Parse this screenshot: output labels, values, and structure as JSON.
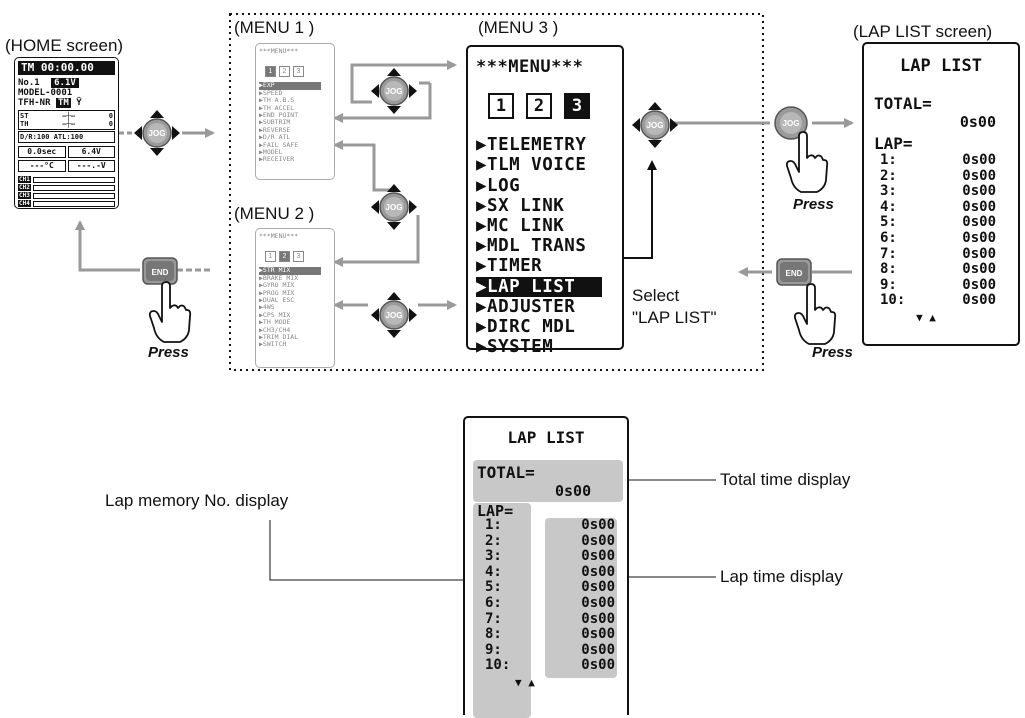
{
  "labels": {
    "home": "(HOME screen)",
    "menu1": "(MENU 1 )",
    "menu2": "(MENU 2 )",
    "menu3": "(MENU 3 )",
    "laplist": "(LAP LIST screen)",
    "select_line1": "Select",
    "select_line2": "\"LAP LIST\"",
    "press": "Press",
    "jog": "JOG",
    "end": "END"
  },
  "home_screen": {
    "header": "TM 00:00.00",
    "model_no": "No.1",
    "voltage_badge": "6.1V",
    "model_name": "MODEL-0001",
    "system": "TFH-NR",
    "system_badge": "TM",
    "st_label": "ST",
    "th_label": "TH",
    "trim_value": "0",
    "dr_atl": "D/R:100 ATL:100",
    "time_box": "0.0sec",
    "volt_box": "6.4V",
    "temp_box": "---°C",
    "volt2_box": "---.-V",
    "channels": [
      "CH1",
      "CH2",
      "CH3",
      "CH4"
    ]
  },
  "menu1": {
    "title": "***MENU***",
    "pages": [
      "1",
      "2",
      "3"
    ],
    "active_page": 0,
    "items": [
      "EXP",
      "SPEED",
      "TH A.B.S",
      "TH ACCEL",
      "END POINT",
      "SUBTRIM",
      "REVERSE",
      "D/R ATL",
      "FAIL SAFE",
      "MODEL",
      "RECEIVER"
    ],
    "selected": 0
  },
  "menu2": {
    "title": "***MENU***",
    "pages": [
      "1",
      "2",
      "3"
    ],
    "active_page": 1,
    "items": [
      "STR MIX",
      "BRAKE MIX",
      "GYRO MIX",
      "PROG MIX",
      "DUAL ESC",
      "4WS",
      "CPS MIX",
      "TH MODE",
      "CH3/CH4",
      "TRIM DIAL",
      "SWITCH"
    ],
    "selected": 0
  },
  "menu3": {
    "title": "***MENU***",
    "pages": [
      "1",
      "2",
      "3"
    ],
    "active_page": 2,
    "items": [
      "TELEMETRY",
      "TLM VOICE",
      "LOG",
      "SX LINK",
      "MC LINK",
      "MDL TRANS",
      "TIMER",
      "LAP LIST",
      "ADJUSTER",
      "DIRC MDL",
      "SYSTEM"
    ],
    "selected": 7
  },
  "lap_list": {
    "title": "LAP LIST",
    "total_label": "TOTAL=",
    "total_value": "0s00",
    "lap_label": "LAP=",
    "laps": [
      {
        "no": "1:",
        "time": "0s00"
      },
      {
        "no": "2:",
        "time": "0s00"
      },
      {
        "no": "3:",
        "time": "0s00"
      },
      {
        "no": "4:",
        "time": "0s00"
      },
      {
        "no": "5:",
        "time": "0s00"
      },
      {
        "no": "6:",
        "time": "0s00"
      },
      {
        "no": "7:",
        "time": "0s00"
      },
      {
        "no": "8:",
        "time": "0s00"
      },
      {
        "no": "9:",
        "time": "0s00"
      },
      {
        "no": "10:",
        "time": "0s00"
      }
    ],
    "scroll_indicator": "▼ ▲"
  },
  "callouts": {
    "total_time": "Total time display",
    "lap_memory": "Lap memory No. display",
    "lap_time": "Lap time display"
  }
}
